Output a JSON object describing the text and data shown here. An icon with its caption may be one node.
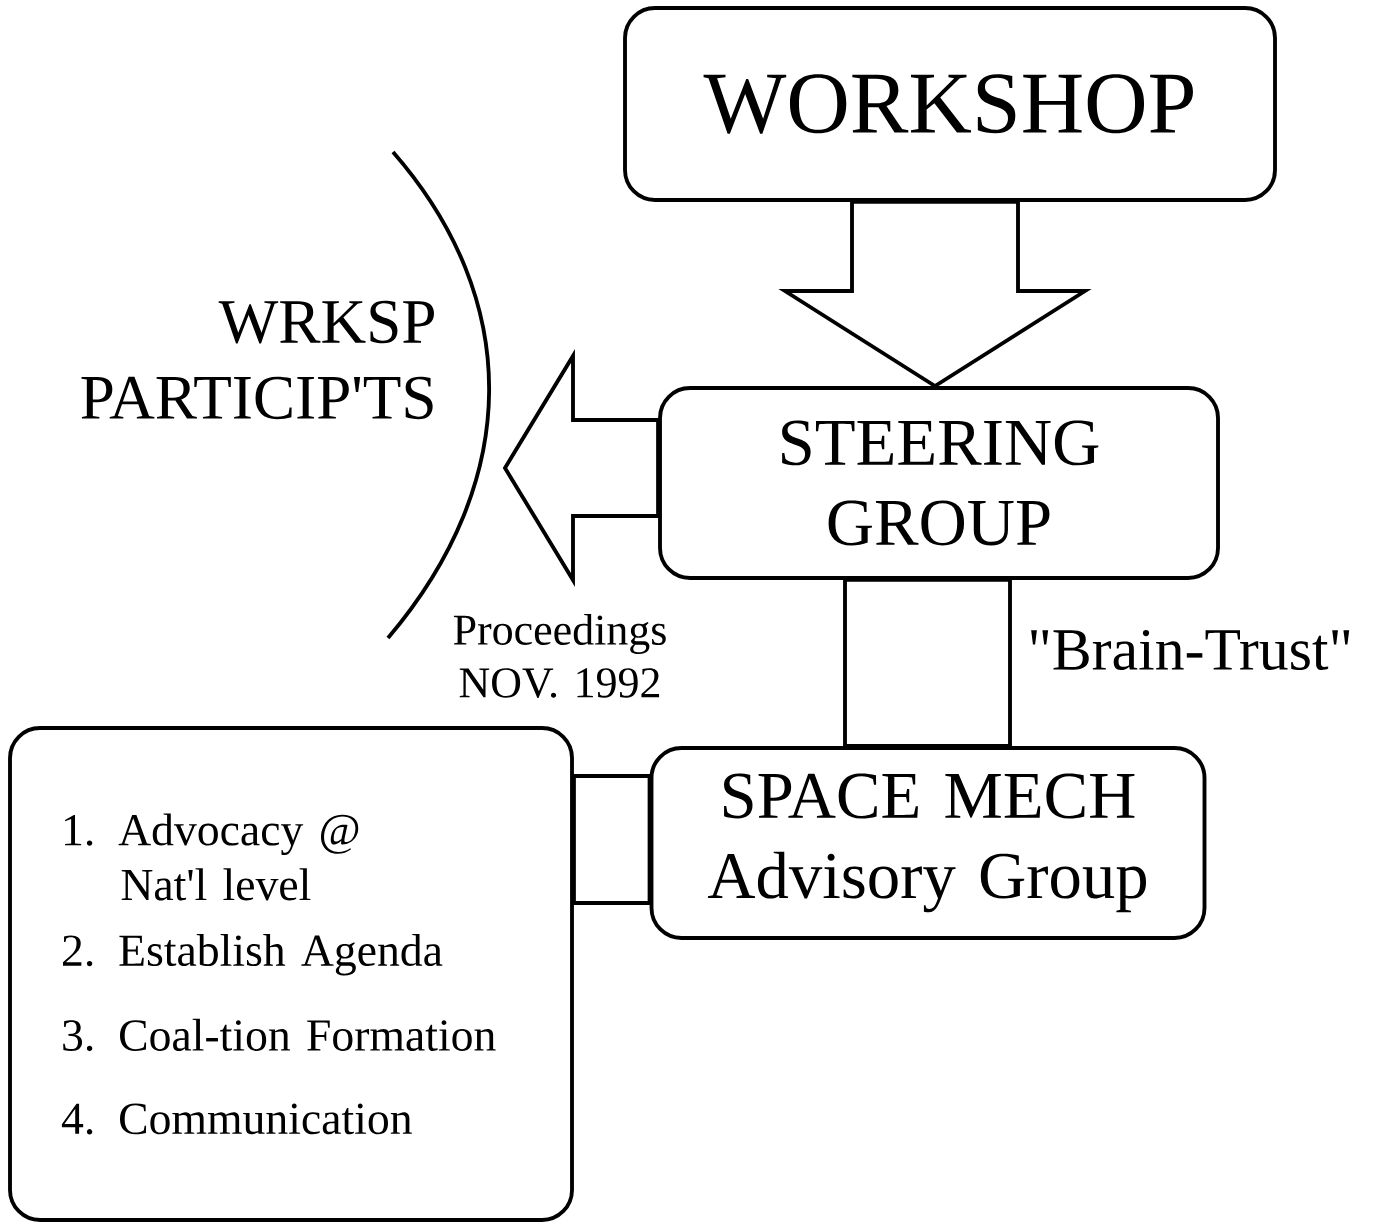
{
  "diagram": {
    "nodes": [
      {
        "text": [
          "WORKSHOP"
        ]
      },
      {
        "text": [
          "STEERING GROUP"
        ]
      },
      {
        "text": [
          "WRKSP PARTICIP'TS"
        ]
      },
      {
        "text": [
          "SPACE MECH",
          "Advisory Group"
        ]
      },
      {
        "text": [
          "1. Advocacy @ Nat'l level",
          "2. Establish Agenda",
          "3. Coal-tion Formation",
          "4. Communication"
        ]
      }
    ],
    "edges": [
      {
        "from": 0,
        "to": 1,
        "arrow": "to"
      },
      {
        "from": 1,
        "to": 2,
        "arrow": "to"
      },
      {
        "from": 1,
        "to": 3,
        "arrow": "none",
        "label": "\"Brain-Trust\""
      },
      {
        "from": 3,
        "to": 4,
        "arrow": "none"
      }
    ],
    "labels": [
      "Proceedings NOV. 1992"
    ]
  }
}
